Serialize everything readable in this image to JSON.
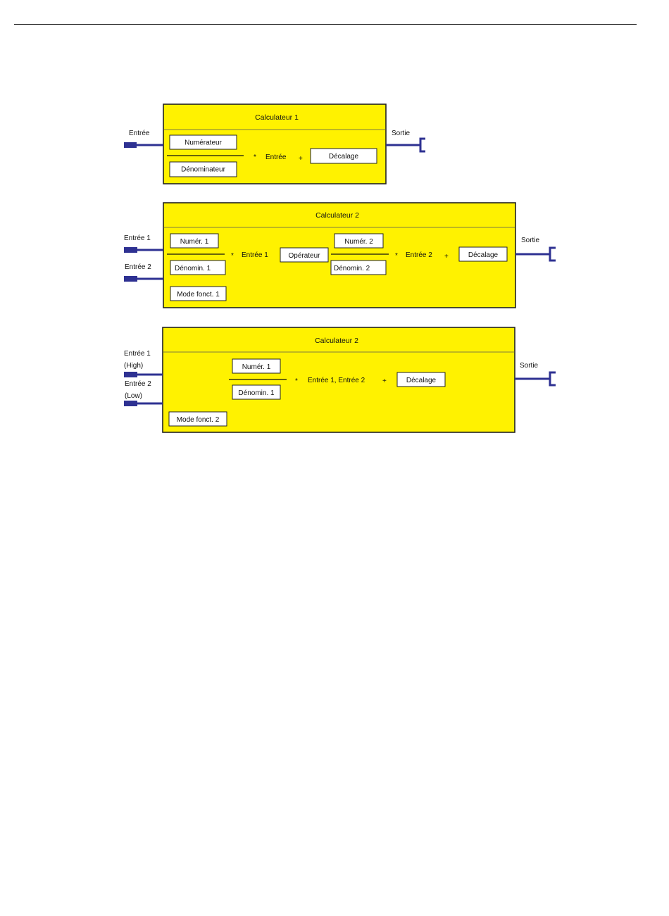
{
  "colors": {
    "box_fill": "#fff200",
    "connector": "#2e3192",
    "rule": "#111111"
  },
  "diagram1": {
    "title": "Calculateur 1",
    "input_label": "Entrée",
    "output_label": "Sortie",
    "numerator": "Numérateur",
    "denominator": "Dénominateur",
    "times": "*",
    "operand": "Entrée",
    "plus": "+",
    "offset": "Décalage"
  },
  "diagram2": {
    "title": "Calculateur 2",
    "input1_label": "Entrée 1",
    "input2_label": "Entrée 2",
    "output_label": "Sortie",
    "numerator1": "Numér. 1",
    "denominator1": "Dénomin. 1",
    "times1": "*",
    "operand1": "Entrée 1",
    "operator": "Opérateur",
    "numerator2": "Numér. 2",
    "denominator2": "Dénomin. 2",
    "times2": "*",
    "operand2": "Entrée 2",
    "plus": "+",
    "offset": "Décalage",
    "mode": "Mode fonct. 1"
  },
  "diagram3": {
    "title": "Calculateur 2",
    "input1_label": "Entrée 1",
    "input1_sub": "(High)",
    "input2_label": "Entrée 2",
    "input2_sub": "(Low)",
    "output_label": "Sortie",
    "numerator1": "Numér. 1",
    "denominator1": "Dénomin. 1",
    "times": "*",
    "operand": "Entrée 1, Entrée 2",
    "plus": "+",
    "offset": "Décalage",
    "mode": "Mode fonct. 2"
  }
}
